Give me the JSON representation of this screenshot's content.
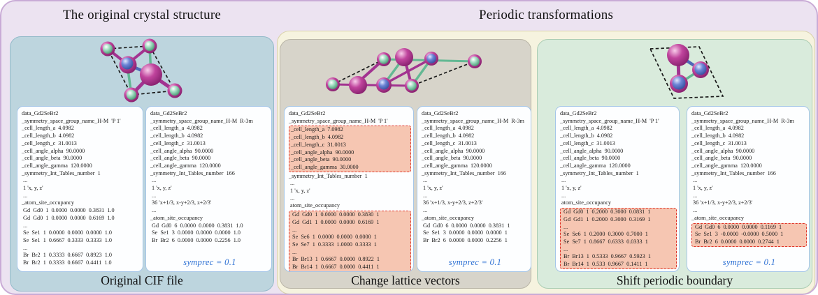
{
  "titles": {
    "left": "The original crystal structure",
    "right": "Periodic transformations"
  },
  "colors": {
    "outer_bg": "#ece3f1",
    "outer_border": "#c9abd6",
    "original_panel": "#bdd5de",
    "transform_group": "#f6f3df",
    "lattice_panel": "#d7d4ca",
    "shift_panel": "#d9ebdc",
    "cif_box_border": "#a5c6e8",
    "highlight_fill": "#f6c6b2",
    "highlight_border": "#e0342a",
    "symprec_text": "#2b6fd3",
    "atom_gd_magenta": "#a82d86",
    "atom_se_green": "#5fb98d",
    "atom_blue": "#4f63b5"
  },
  "panels": [
    {
      "caption": "Original CIF file",
      "boxes": [
        {
          "lines": [
            {
              "t": "data_Gd2SeBr2",
              "h": 0
            },
            {
              "t": "_symmetry_space_group_name_H-M  'P 1'",
              "h": 0
            },
            {
              "t": "_cell_length_a  4.0982",
              "h": 0
            },
            {
              "t": "_cell_length_b  4.0982",
              "h": 0
            },
            {
              "t": "_cell_length_c  31.0013",
              "h": 0
            },
            {
              "t": "_cell_angle_alpha  90.0000",
              "h": 0
            },
            {
              "t": "_cell_angle_beta  90.0000",
              "h": 0
            },
            {
              "t": "_cell_angle_gamma  120.0000",
              "h": 0
            },
            {
              "t": "_symmetry_Int_Tables_number  1",
              "h": 0
            },
            {
              "t": " ...",
              "h": 0
            },
            {
              "t": " 1 'x, y, z'",
              "h": 0
            },
            {
              "t": " ...",
              "h": 0
            },
            {
              "t": "_atom_site_occupancy",
              "h": 0
            },
            {
              "t": " Gd  Gd0  1  0.0000  0.0000  0.3831  1.0",
              "h": 0
            },
            {
              "t": " Gd  Gd0  1  0.0000  0.0000  0.6169  1.0",
              "h": 0
            },
            {
              "t": " ...",
              "h": 0
            },
            {
              "t": " Se  Se1  1  0.0000  0.0000  0.0000  1.0",
              "h": 0
            },
            {
              "t": " Se  Se1  1  0.6667  0.3333  0.3333  1.0",
              "h": 0
            },
            {
              "t": " ...",
              "h": 0
            },
            {
              "t": " Br  Br2  1  0.3333  0.6667  0.8923  1.0",
              "h": 0
            },
            {
              "t": " Br  Br2  1  0.3333  0.6667  0.4411  1.0",
              "h": 0
            }
          ]
        },
        {
          "lines": [
            {
              "t": "data_Gd2SeBr2",
              "h": 0
            },
            {
              "t": "_symmetry_space_group_name_H-M  R-3m",
              "h": 0
            },
            {
              "t": "_cell_length_a  4.0982",
              "h": 0
            },
            {
              "t": "_cell_length_b  4.0982",
              "h": 0
            },
            {
              "t": "_cell_length_c  31.0013",
              "h": 0
            },
            {
              "t": "_cell_angle_alpha  90.0000",
              "h": 0
            },
            {
              "t": "_cell_angle_beta  90.0000",
              "h": 0
            },
            {
              "t": "_cell_angle_gamma  120.0000",
              "h": 0
            },
            {
              "t": "_symmetry_Int_Tables_number  166",
              "h": 0
            },
            {
              "t": " ...",
              "h": 0
            },
            {
              "t": " 1 'x, y, z'",
              "h": 0
            },
            {
              "t": " ...",
              "h": 0
            },
            {
              "t": " 36 'x+1/3, x-y+2/3, z+2/3'",
              "h": 0
            },
            {
              "t": " ...",
              "h": 0
            },
            {
              "t": "_atom_site_occupancy",
              "h": 0
            },
            {
              "t": " Gd  Gd0  6  0.0000  0.0000  0.3831  1.0",
              "h": 0
            },
            {
              "t": " Se  Se1  3  0.0000  0.0000  0.0000  1.0",
              "h": 0
            },
            {
              "t": " Br  Br2  6  0.0000  0.0000  0.2256  1.0",
              "h": 0
            }
          ],
          "footer": "symprec = 0.1"
        }
      ]
    },
    {
      "caption": "Change lattice vectors",
      "boxes": [
        {
          "lines": [
            {
              "t": "data_Gd2SeBr2",
              "h": 0
            },
            {
              "t": "_symmetry_space_group_name_H-M  'P 1'",
              "h": 0
            },
            {
              "t": "_cell_length_a  7.0982",
              "h": 1
            },
            {
              "t": "_cell_length_b  4.0982",
              "h": 1
            },
            {
              "t": "_cell_length_c  31.0013",
              "h": 1
            },
            {
              "t": "_cell_angle_alpha  90.0000",
              "h": 1
            },
            {
              "t": "_cell_angle_beta  90.0000",
              "h": 1
            },
            {
              "t": "_cell_angle_gamma  30.0000",
              "h": 1
            },
            {
              "t": "_symmetry_Int_Tables_number  1",
              "h": 0
            },
            {
              "t": " ...",
              "h": 0
            },
            {
              "t": " 1 'x, y, z'",
              "h": 0
            },
            {
              "t": " ...",
              "h": 0
            },
            {
              "t": " atom_site_occupancy",
              "h": 0
            },
            {
              "t": " Gd  Gd0  1  0.0000  0.0000  0.3830  1",
              "h": 1
            },
            {
              "t": " Gd  Gd1  1  0.0000  0.0000  0.6169  1",
              "h": 1
            },
            {
              "t": " ...",
              "h": 1
            },
            {
              "t": " Se  Se6  1  0.0000  0.0000  0.0000  1",
              "h": 1
            },
            {
              "t": " Se  Se7  1  0.3333  1.0000  0.3333  1",
              "h": 1
            },
            {
              "t": " ...",
              "h": 1
            },
            {
              "t": " Br  Br13  1  0.6667  0.0000  0.8922  1",
              "h": 1
            },
            {
              "t": " Br  Br14  1  0.6667  0.0000  0.4411  1",
              "h": 1
            }
          ]
        },
        {
          "lines": [
            {
              "t": "data_Gd2SeBr2",
              "h": 0
            },
            {
              "t": "_symmetry_space_group_name_H-M  R-3m",
              "h": 0
            },
            {
              "t": "_cell_length_a  4.0982",
              "h": 0
            },
            {
              "t": "_cell_length_b  4.0982",
              "h": 0
            },
            {
              "t": "_cell_length_c  31.0013",
              "h": 0
            },
            {
              "t": "_cell_angle_alpha  90.0000",
              "h": 0
            },
            {
              "t": "_cell_angle_beta  90.0000",
              "h": 0
            },
            {
              "t": "_cell_angle_gamma  120.0000",
              "h": 0
            },
            {
              "t": "_symmetry_Int_Tables_number  166",
              "h": 0
            },
            {
              "t": " ...",
              "h": 0
            },
            {
              "t": " 1 'x, y, z'",
              "h": 0
            },
            {
              "t": " ...",
              "h": 0
            },
            {
              "t": " 36 'x+1/3, x-y+2/3, z+2/3'",
              "h": 0
            },
            {
              "t": " ...",
              "h": 0
            },
            {
              "t": "_atom_site_occupancy",
              "h": 0
            },
            {
              "t": " Gd  Gd0  6  0.0000  0.0000  0.3831  1",
              "h": 0
            },
            {
              "t": " Se  Se1  3  0.0000  0.0000  0.0000  1",
              "h": 0
            },
            {
              "t": " Br  Br2  6  0.0000  0.0000  0.2256  1",
              "h": 0
            }
          ],
          "footer": "symprec = 0.1"
        }
      ]
    },
    {
      "caption": "Shift periodic boundary",
      "boxes": [
        {
          "lines": [
            {
              "t": "data_Gd2SeBr2",
              "h": 0
            },
            {
              "t": "_symmetry_space_group_name_H-M  'P 1'",
              "h": 0
            },
            {
              "t": "_cell_length_a  4.0982",
              "h": 0
            },
            {
              "t": "_cell_length_b  4.0982",
              "h": 0
            },
            {
              "t": "_cell_length_c  31.0013",
              "h": 0
            },
            {
              "t": "_cell_angle_alpha  90.0000",
              "h": 0
            },
            {
              "t": "_cell_angle_beta  90.0000",
              "h": 0
            },
            {
              "t": "_cell_angle_gamma  120.0000",
              "h": 0
            },
            {
              "t": "_symmetry_Int_Tables_number  1",
              "h": 0
            },
            {
              "t": " ...",
              "h": 0
            },
            {
              "t": " 1 'x, y, z'",
              "h": 0
            },
            {
              "t": " ...",
              "h": 0
            },
            {
              "t": " atom_site_occupancy",
              "h": 0
            },
            {
              "t": " Gd  Gd0  1  0.2000  0.3000  0.0831  1",
              "h": 1
            },
            {
              "t": " Gd  Gd1  1  0.2000  0.3000  0.3169  1",
              "h": 1
            },
            {
              "t": " ...",
              "h": 1
            },
            {
              "t": " Se  Se6  1  0.2000  0.3000  0.7000  1",
              "h": 1
            },
            {
              "t": " Se  Se7  1  0.8667  0.6333  0.0333  1",
              "h": 1
            },
            {
              "t": " ...",
              "h": 1
            },
            {
              "t": " Br  Br13  1  0.5333  0.9667  0.5923  1",
              "h": 1
            },
            {
              "t": " Br  Br14  1  0.533  0.9667  0.1411  1",
              "h": 1
            }
          ]
        },
        {
          "lines": [
            {
              "t": "data_Gd2SeBr2",
              "h": 0
            },
            {
              "t": "_symmetry_space_group_name_H-M  R-3m",
              "h": 0
            },
            {
              "t": "_cell_length_a  4.0982",
              "h": 0
            },
            {
              "t": "_cell_length_b  4.0982",
              "h": 0
            },
            {
              "t": "_cell_length_c  31.0013",
              "h": 0
            },
            {
              "t": "_cell_angle_alpha  90.0000",
              "h": 0
            },
            {
              "t": "_cell_angle_beta  90.0000",
              "h": 0
            },
            {
              "t": "_cell_angle_gamma  120.0000",
              "h": 0
            },
            {
              "t": "_symmetry_Int_Tables_number  166",
              "h": 0
            },
            {
              "t": " ...",
              "h": 0
            },
            {
              "t": " 1 'x, y, z'",
              "h": 0
            },
            {
              "t": " ...",
              "h": 0
            },
            {
              "t": " 36 'x+1/3, x-y+2/3, z+2/3'",
              "h": 0
            },
            {
              "t": " ...",
              "h": 0
            },
            {
              "t": "_atom_site_occupancy",
              "h": 0
            },
            {
              "t": " Gd  Gd0  6  0.0000  0.0000  0.1169  1",
              "h": 1
            },
            {
              "t": " Se  Se1  3  -0.0000  -0.0000  0.5000  1",
              "h": 1
            },
            {
              "t": " Br  Br2  6  0.0000  0.0000  0.2744  1",
              "h": 1
            }
          ],
          "footer": "symprec = 0.1"
        }
      ]
    }
  ]
}
